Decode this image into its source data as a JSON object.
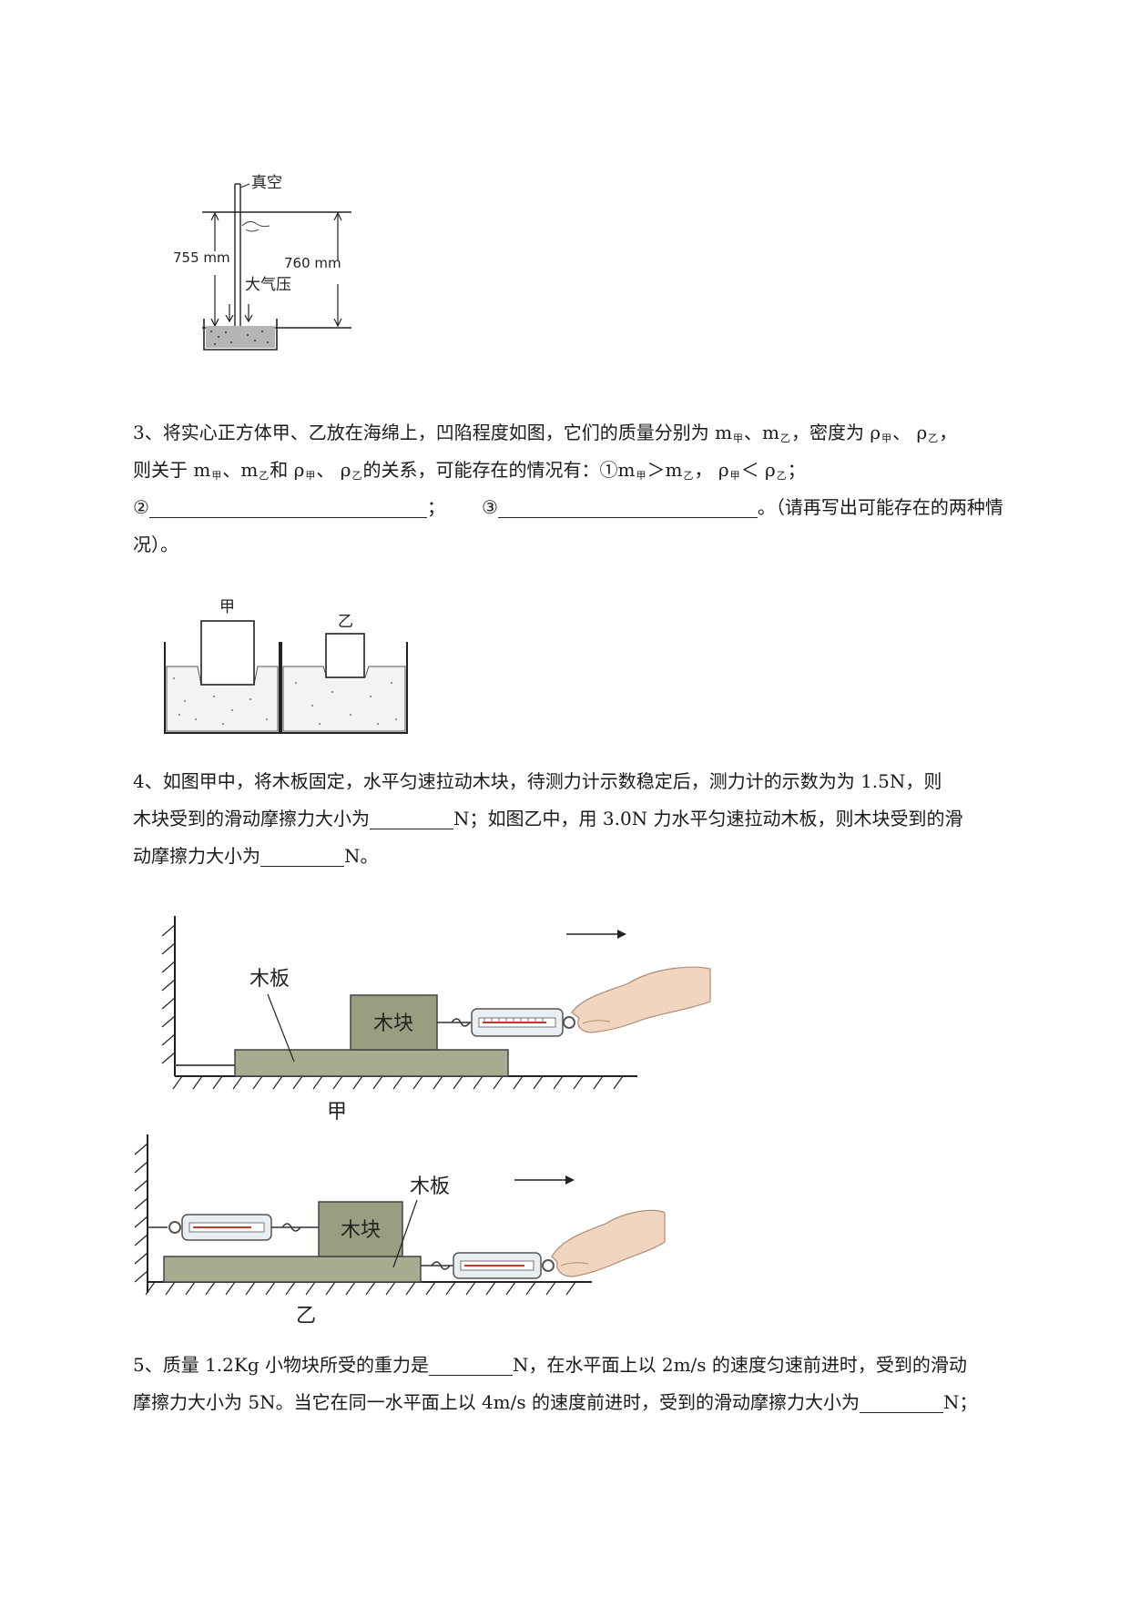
{
  "fig_barometer": {
    "vacuum": "真空",
    "left_height": "755 mm",
    "right_height": "760 mm",
    "pressure": "大气压"
  },
  "q3": {
    "l1a": "3、将实心正方体甲、乙放在海绵上，凹陷程度如图，它们的质量分别为 m",
    "s1": "甲",
    "l1b": "、m",
    "s2": "乙",
    "l1c": "，密度为 ρ",
    "s3": "甲",
    "l1d": "、 ρ",
    "s4": "乙",
    "l1e": "，",
    "l2a": "则关于 m",
    "s5": "甲",
    "l2b": "、m",
    "s6": "乙",
    "l2c": "和 ρ",
    "s7": "甲",
    "l2d": "、 ρ",
    "s8": "乙",
    "l2e": "的关系，可能存在的情况有：①m",
    "s9": "甲",
    "l2f": "＞m",
    "s10": "乙",
    "l2g": "， ρ",
    "s11": "甲",
    "l2h": "＜ ρ",
    "s12": "乙",
    "l2i": "；",
    "l3a": "②",
    "l3b": "；",
    "l3c": "③",
    "l3d": "。（请再写出可能存在的两种情",
    "l4": "况）。"
  },
  "fig_sponge": {
    "left_label": "甲",
    "right_label": "乙"
  },
  "q4": {
    "l1": "4、如图甲中，将木板固定，水平匀速拉动木块，待测力计示数稳定后，测力计的示数为为 1.5N，则",
    "l2a": "木块受到的滑动摩擦力大小为",
    "l2b": "N；如图乙中，用 3.0N 力水平匀速拉动木板，则木块受到的滑",
    "l3a": "动摩擦力大小为",
    "l3b": "N。"
  },
  "fig_friction_a": {
    "board": "木板",
    "block": "木块",
    "caption": "甲"
  },
  "fig_friction_b": {
    "board": "木板",
    "block": "木块",
    "caption": "乙"
  },
  "q5": {
    "l1a": "5、质量 1.2Kg 小物块所受的重力是",
    "l1b": "N，在水平面上以 2m/s 的速度匀速前进时，受到的滑动",
    "l2a": "摩擦力大小为 5N。当它在同一水平面上以 4m/s 的速度前进时，受到的滑动摩擦力大小为",
    "l2b": "N；"
  }
}
